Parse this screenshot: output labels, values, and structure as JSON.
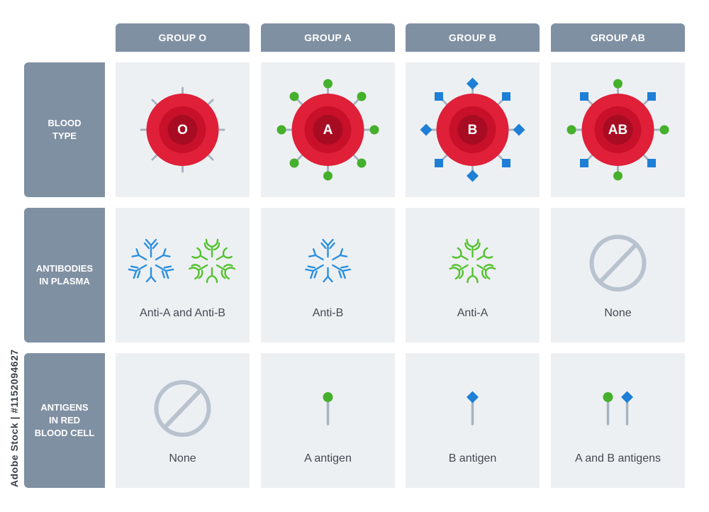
{
  "columns": [
    "GROUP O",
    "GROUP A",
    "GROUP B",
    "GROUP AB"
  ],
  "rows": [
    "BLOOD\nTYPE",
    "ANTIBODIES\nIN PLASMA",
    "ANTIGENS\nIN RED\nBLOOD CELL"
  ],
  "blood_types": [
    "O",
    "A",
    "B",
    "AB"
  ],
  "antibodies": [
    "Anti-A and Anti-B",
    "Anti-B",
    "Anti-A",
    "None"
  ],
  "antigens": [
    "None",
    "A antigen",
    "B antigen",
    "A and B antigens"
  ],
  "watermark": "Adobe Stock | #1152094627",
  "colors": {
    "header_bg": "#8090a3",
    "cell_bg": "#edf0f3",
    "cell_red": "#e01f38",
    "a_antigen_green": "#45b02c",
    "b_antigen_blue": "#1e7fd6",
    "anti_b_blue": "#2b8fe0",
    "anti_a_green": "#54c22f",
    "none_grey": "#b9c2cf"
  }
}
